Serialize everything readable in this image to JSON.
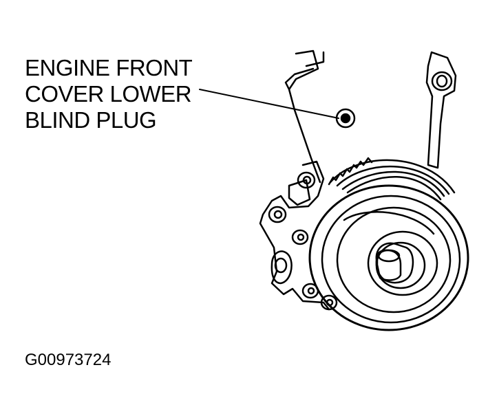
{
  "callout": {
    "lines": [
      "ENGINE FRONT",
      "COVER LOWER",
      "BLIND PLUG"
    ]
  },
  "figure_id": "G00973724"
}
